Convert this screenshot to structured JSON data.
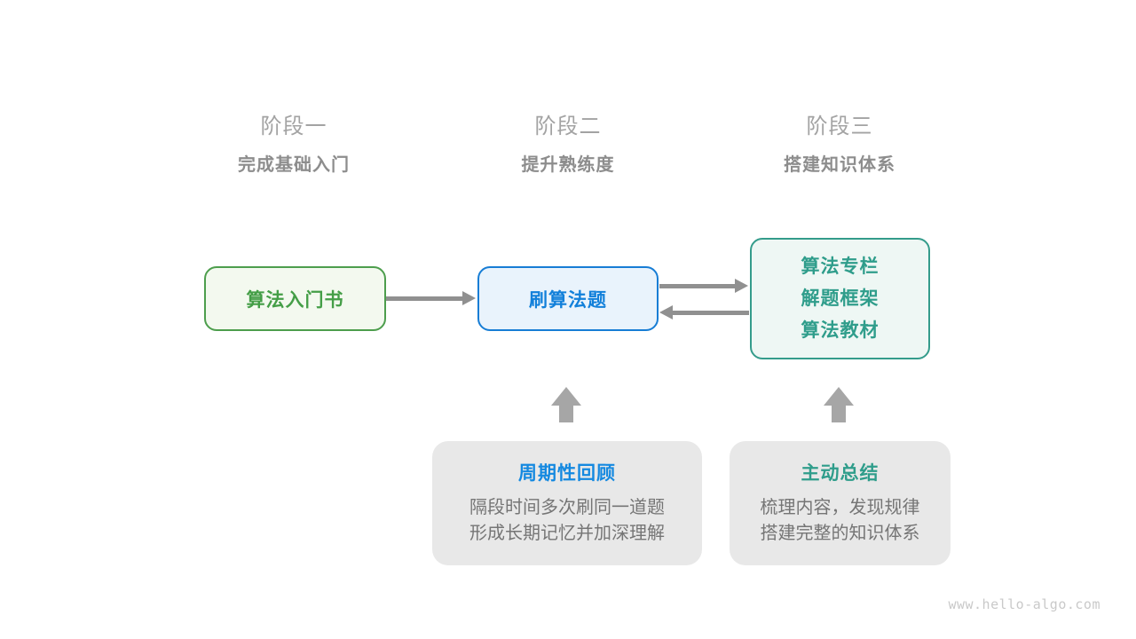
{
  "diagram": {
    "phases": [
      {
        "title": "阶段一",
        "subtitle": "完成基础入门"
      },
      {
        "title": "阶段二",
        "subtitle": "提升熟练度"
      },
      {
        "title": "阶段三",
        "subtitle": "搭建知识体系"
      }
    ],
    "nodes": {
      "intro_book": {
        "label": "算法入门书"
      },
      "practice": {
        "label": "刷算法题"
      },
      "resources": {
        "lines": [
          "算法专栏",
          "解题框架",
          "算法教材"
        ]
      }
    },
    "notes": [
      {
        "title": "周期性回顾",
        "lines": [
          "隔段时间多次刷同一道题",
          "形成长期记忆并加深理解"
        ]
      },
      {
        "title": "主动总结",
        "lines": [
          "梳理内容，发现规律",
          "搭建完整的知识体系"
        ]
      }
    ],
    "watermark": "www.hello-algo.com",
    "colors": {
      "green": "#4d9e4d",
      "green_bg": "#f3f9ef",
      "blue": "#1280da",
      "blue_bg": "#e9f3fc",
      "blue_accent": "#1589e0",
      "teal": "#2f9d8b",
      "teal_bg": "#eef7f4",
      "note_bg": "#e8e8e8",
      "arrow_gray": "#909090",
      "block_arrow_gray": "#a6a6a6",
      "body_text_gray": "#757575",
      "phase_title_gray": "#a3a3a3",
      "phase_subtitle_gray": "#8d8d8d",
      "watermark_gray": "#c9c9c9"
    }
  }
}
